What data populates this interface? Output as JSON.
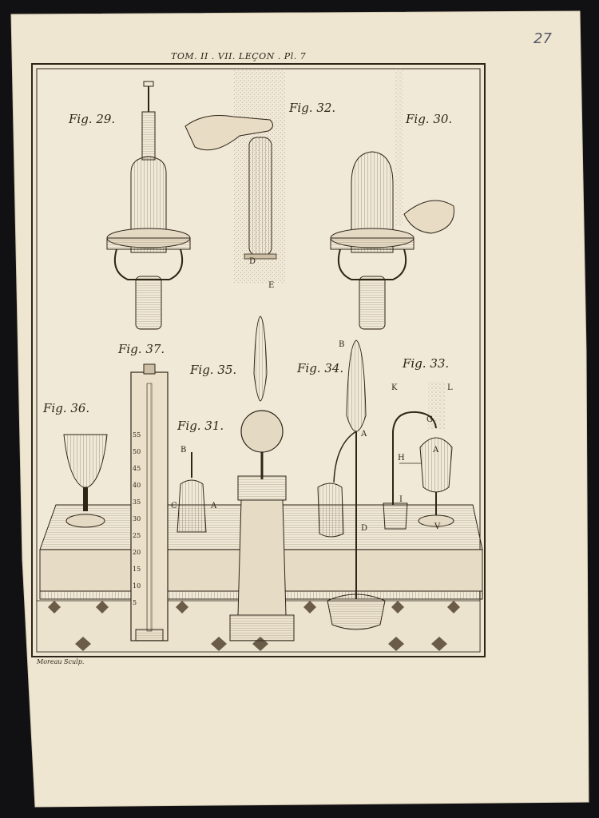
{
  "page": {
    "number": "27",
    "plate_header": "TOM. II . VII. LEÇON . Pl. 7",
    "engraver_signature": "Moreau Sculp."
  },
  "figure_labels": {
    "fig29": "Fig. 29.",
    "fig30": "Fig. 30.",
    "fig31": "Fig. 31.",
    "fig32": "Fig. 32.",
    "fig33": "Fig. 33.",
    "fig34": "Fig. 34.",
    "fig35": "Fig. 35.",
    "fig36": "Fig. 36.",
    "fig37": "Fig. 37."
  },
  "letters": {
    "fig32_d": "D",
    "fig32_e": "E",
    "fig31_b": "B",
    "fig31_c": "C",
    "fig31_a": "A",
    "fig34_b": "B",
    "fig34_a": "A",
    "fig34_d": "D",
    "fig33_k": "K",
    "fig33_l": "L",
    "fig33_g": "G",
    "fig33_h": "H",
    "fig33_a": "A",
    "fig33_i": "I",
    "fig33_v": "V"
  },
  "thermometer_scale": [
    "55",
    "50",
    "45",
    "40",
    "35",
    "30",
    "25",
    "20",
    "15",
    "10",
    "5"
  ],
  "colors": {
    "background": "#111114",
    "paper": "#efe6d2",
    "ink": "#2e2418",
    "pencil": "#555a66"
  }
}
